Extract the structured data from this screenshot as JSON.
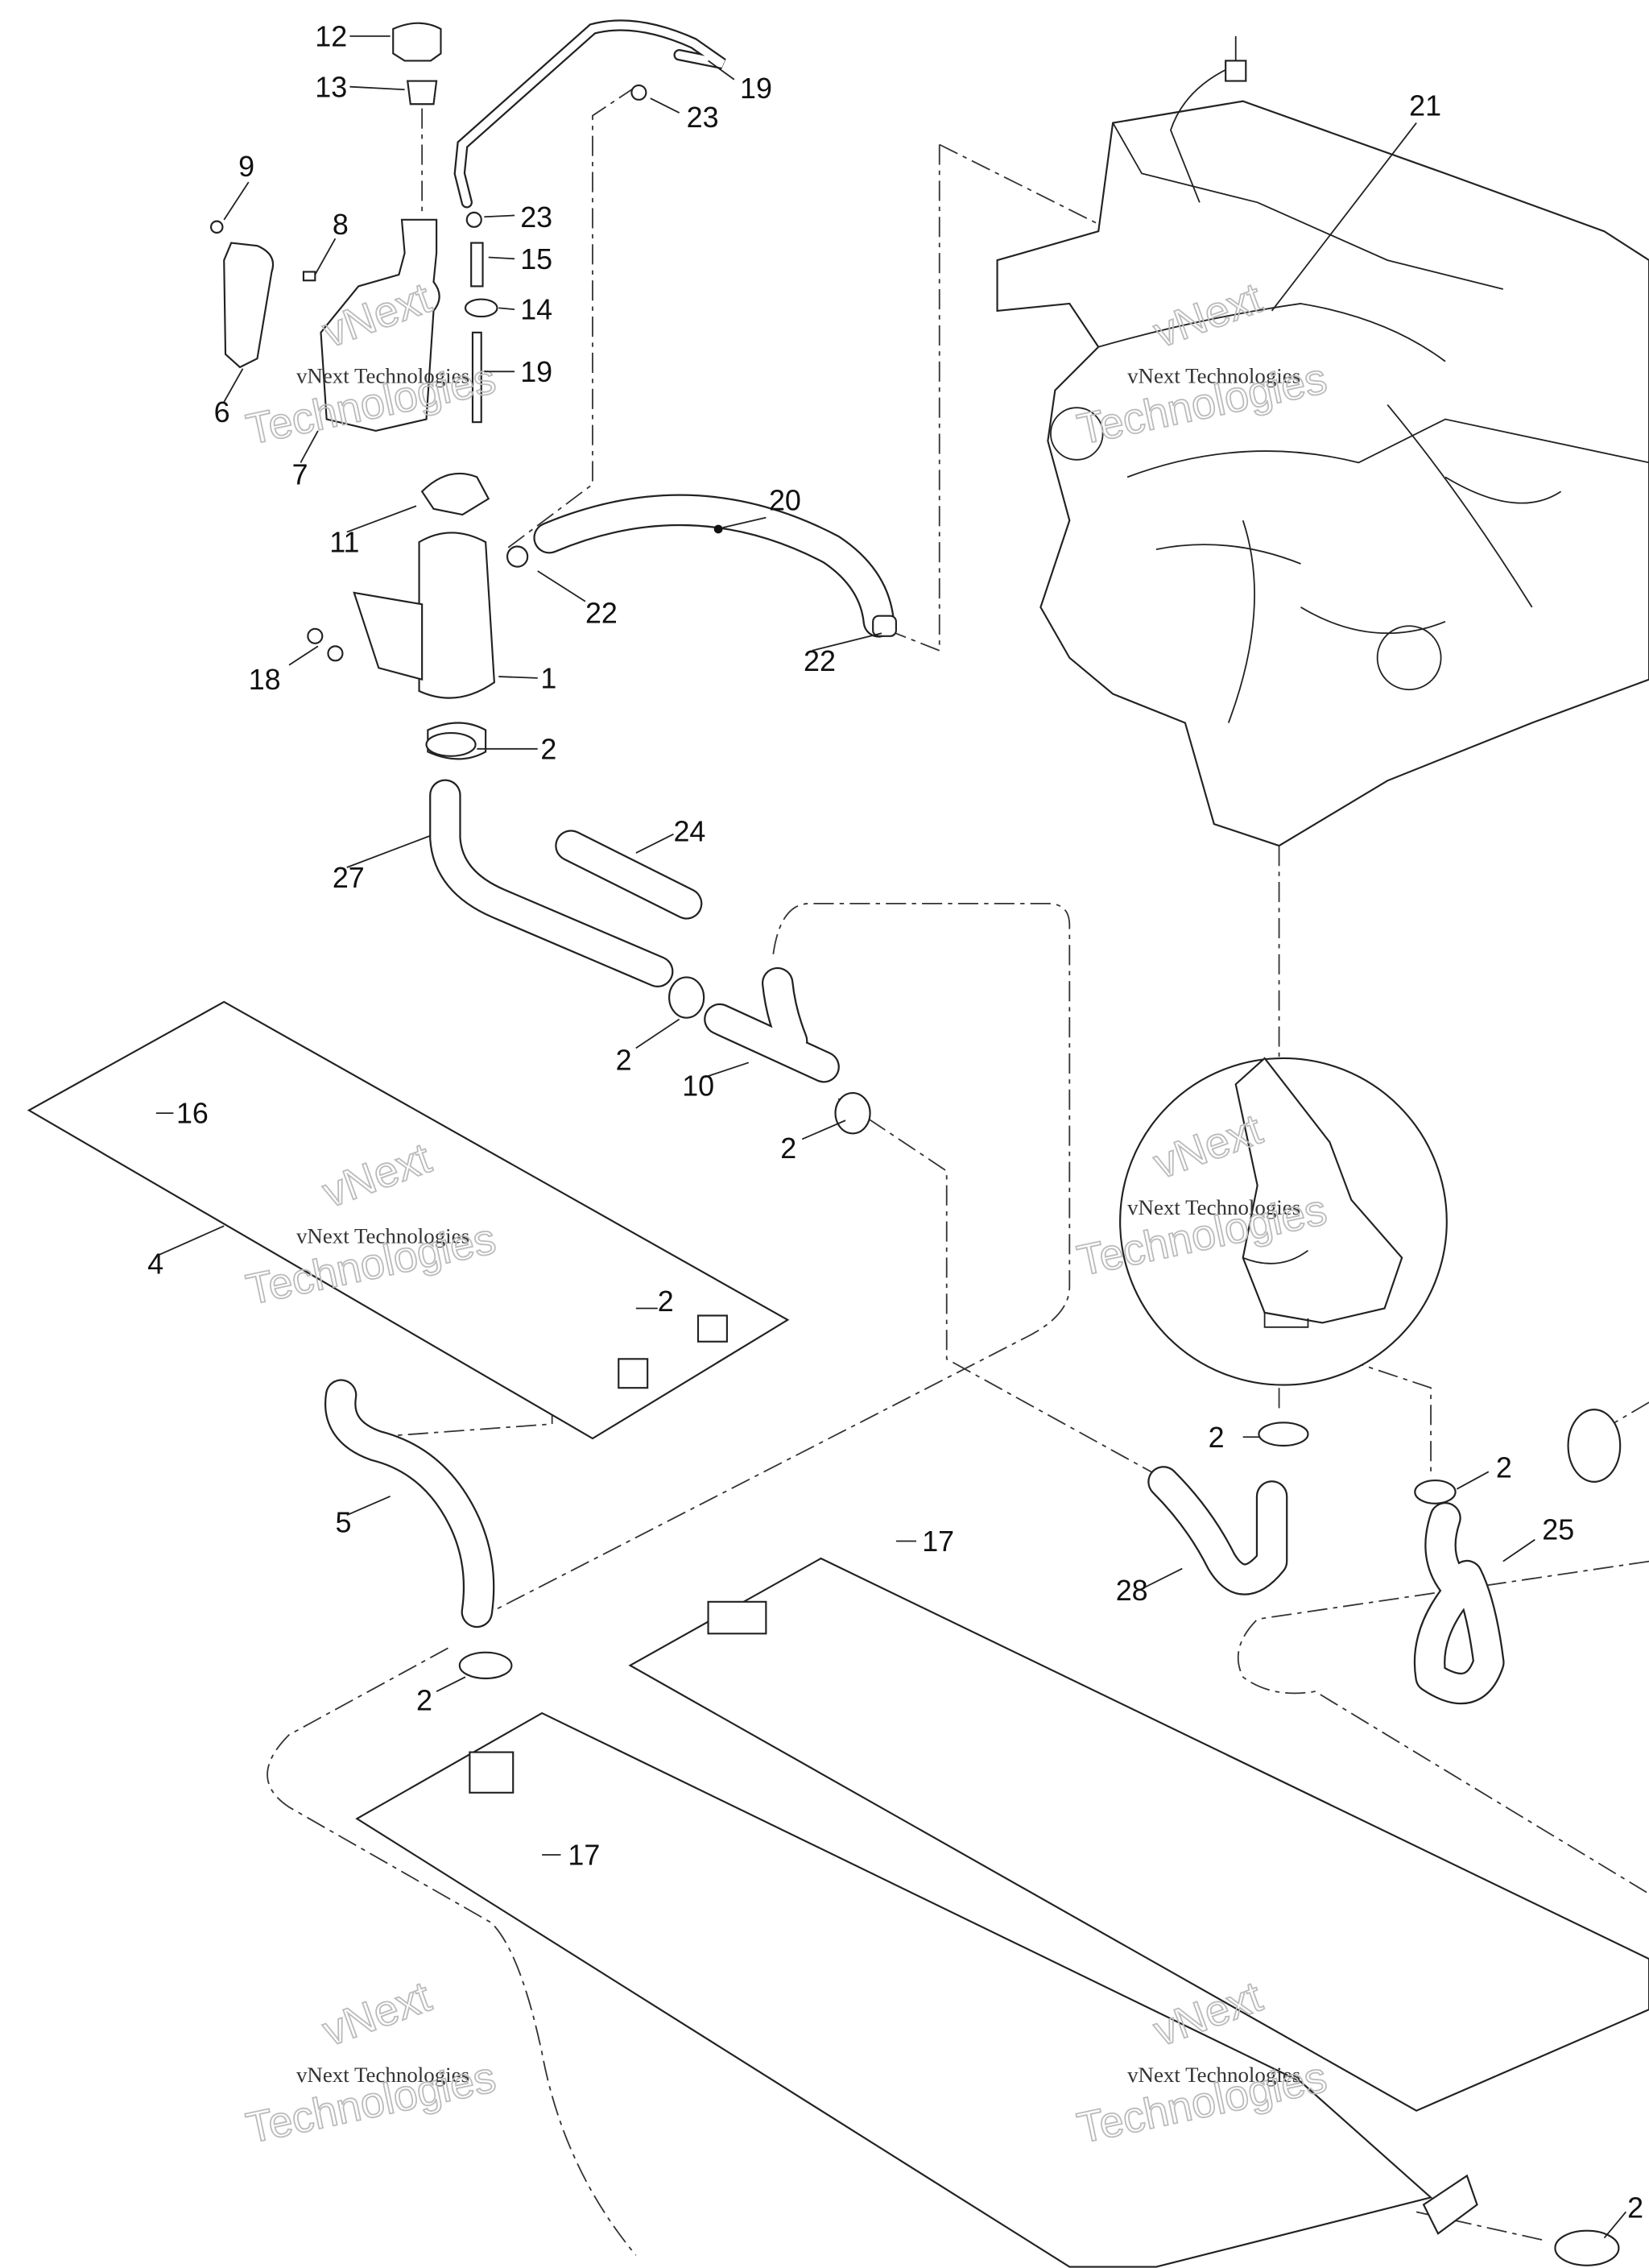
{
  "diagram": {
    "callouts": [
      "12",
      "13",
      "9",
      "8",
      "6",
      "7",
      "19",
      "23",
      "23",
      "15",
      "14",
      "19",
      "21",
      "11",
      "20",
      "22",
      "22",
      "18",
      "1",
      "2",
      "24",
      "27",
      "16",
      "2",
      "10",
      "2",
      "4",
      "2",
      "2",
      "2",
      "25",
      "5",
      "17",
      "28",
      "2",
      "17",
      "2"
    ],
    "watermark": {
      "line1": "vNext Technologies",
      "line2": "vNext",
      "line3": "Technologies"
    }
  }
}
